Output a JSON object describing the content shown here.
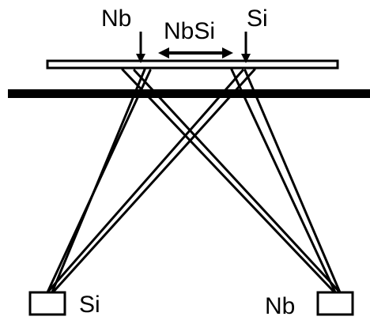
{
  "labels": {
    "nb_top": "Nb",
    "nbsi_top": "NbSi",
    "si_top": "Si",
    "si_bottom": "Si",
    "nb_bottom": "Nb"
  },
  "colors": {
    "ink": "#000000",
    "background": "#ffffff"
  }
}
